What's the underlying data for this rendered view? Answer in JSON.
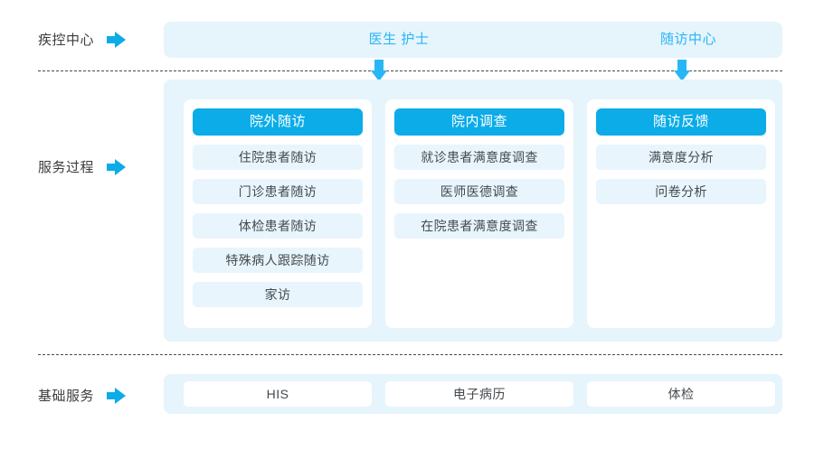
{
  "rows": {
    "top": {
      "label": "疾控中心",
      "arrow_icon": "arrow-right-icon",
      "band_items": [
        {
          "text": "医生 护士"
        },
        {
          "text": "随访中心"
        }
      ]
    },
    "middle": {
      "label": "服务过程",
      "arrow_icon": "arrow-right-icon",
      "columns": [
        {
          "header": "院外随访",
          "items": [
            "住院患者随访",
            "门诊患者随访",
            "体检患者随访",
            "特殊病人跟踪随访",
            "家访"
          ]
        },
        {
          "header": "院内调查",
          "items": [
            "就诊患者满意度调查",
            "医师医德调查",
            "在院患者满意度调查"
          ]
        },
        {
          "header": "随访反馈",
          "items": [
            "满意度分析",
            "问卷分析"
          ]
        }
      ]
    },
    "bottom": {
      "label": "基础服务",
      "arrow_icon": "arrow-right-icon",
      "cards": [
        "HIS",
        "电子病历",
        "体检"
      ]
    }
  },
  "connectors": {
    "down_arrows": [
      {
        "icon": "arrow-down-icon"
      },
      {
        "icon": "arrow-down-icon"
      }
    ],
    "dividers": [
      {
        "style": "dashed"
      },
      {
        "style": "dashed"
      }
    ]
  },
  "colors": {
    "accent": "#0BACE8",
    "accent_light": "#29B6F6",
    "panel_bg": "#E6F4FC",
    "card_bg": "#E8F5FD",
    "card_white": "#FFFFFF",
    "text": "#3C3C3C",
    "divider": "#4A4A4A"
  }
}
